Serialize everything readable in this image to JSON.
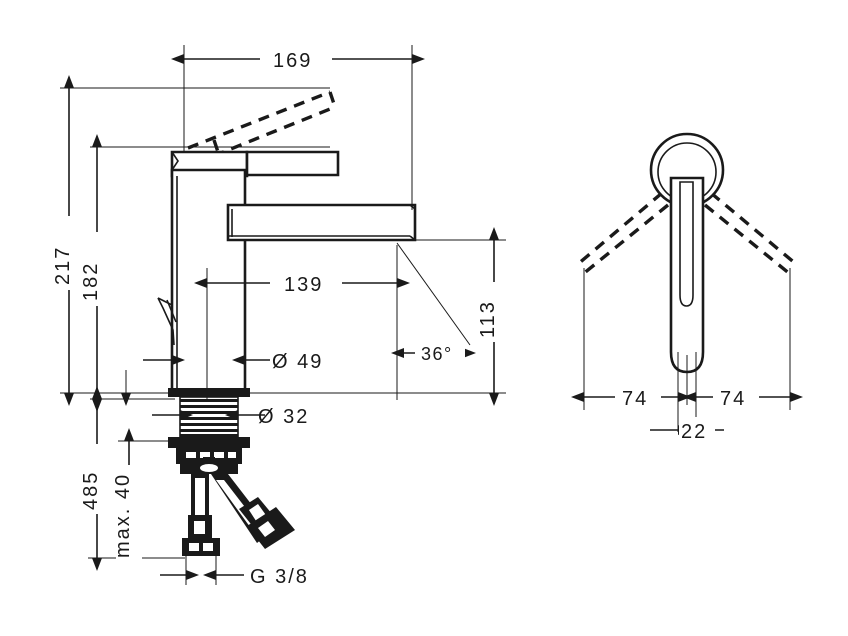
{
  "document": {
    "type": "technical-dimension-drawing",
    "subject": "single-lever basin mixer faucet",
    "units": "mm",
    "background_color": "#ffffff",
    "line_color": "#1a1a1a",
    "views": [
      {
        "id": "front-view",
        "label": "front elevation"
      },
      {
        "id": "top-view",
        "label": "plan view"
      }
    ]
  },
  "front_view": {
    "dimensions": {
      "spout_reach_total": "169",
      "overall_height_lever_up": "217",
      "height_to_lever": "182",
      "spout_reach": "139",
      "spout_height": "113",
      "lever_angle": "36°",
      "body_diameter": "Ø 49",
      "shank_diameter": "Ø 32",
      "supply_hose_length": "485",
      "max_counter_thickness": "max. 40",
      "connection_thread": "G 3/8"
    }
  },
  "top_view": {
    "dimensions": {
      "swivel_left": "74",
      "swivel_right": "74",
      "handle_width": "22"
    }
  },
  "labels": {
    "d169": "169",
    "d217": "217",
    "d182": "182",
    "d139": "139",
    "d113": "113",
    "d36": "36°",
    "d49": "Ø 49",
    "d32": "Ø 32",
    "d485": "485",
    "dmax40": "max. 40",
    "dG38": "G 3/8",
    "d74a": "74",
    "d74b": "74",
    "d22": "22"
  }
}
